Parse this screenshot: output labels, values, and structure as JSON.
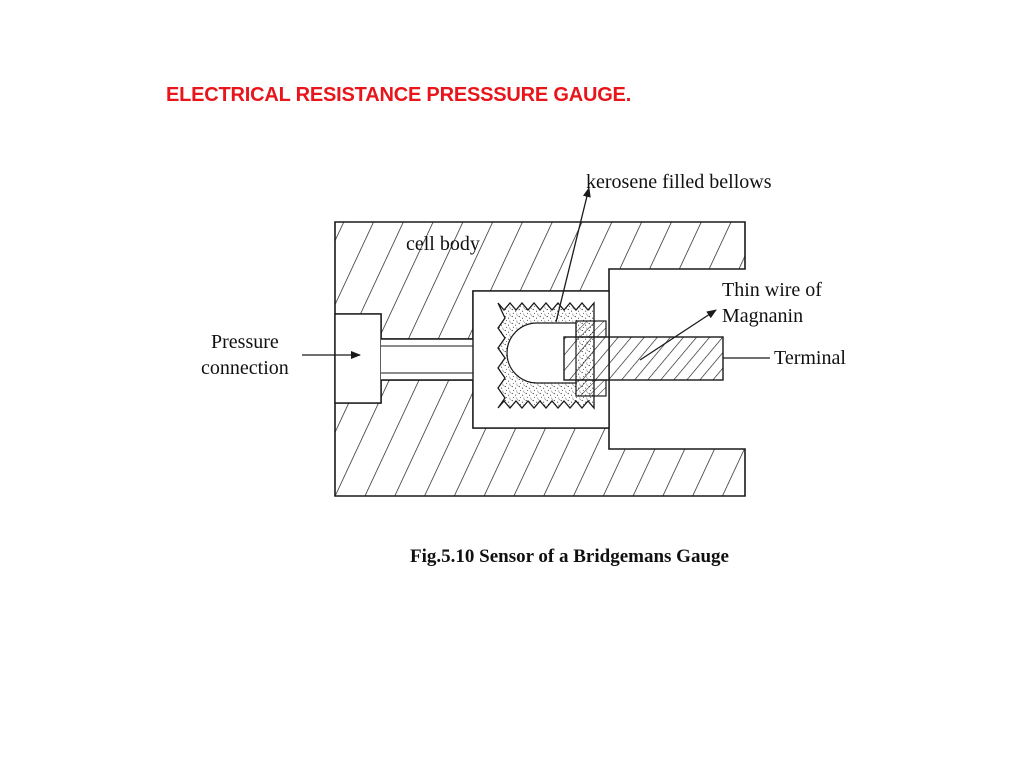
{
  "slide": {
    "title": "ELECTRICAL RESISTANCE PRESSSURE GAUGE.",
    "title_color": "#e8151b"
  },
  "diagram": {
    "labels": {
      "kerosene": "kerosene filled bellows",
      "cell_body": "cell body",
      "thin_wire_1": "Thin wire of",
      "thin_wire_2": "Magnanin",
      "terminal": "Terminal",
      "pressure_1": "Pressure",
      "pressure_2": "connection"
    },
    "caption": "Fig.5.10 Sensor of a Bridgemans Gauge",
    "line_color": "#1a1a1a"
  }
}
